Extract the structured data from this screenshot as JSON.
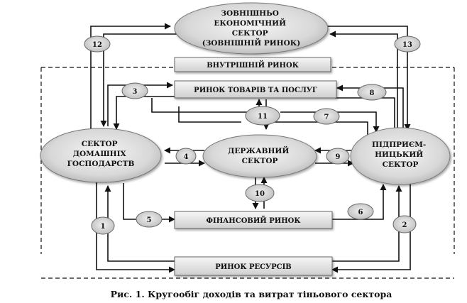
{
  "diagram": {
    "foreign_sector": [
      "ЗОВНІШНЬО",
      "ЕКОНОМІЧНИЙ",
      "СЕКТОР",
      "(ЗОВНІШНІЙ РИНОК)"
    ],
    "domestic_market": "ВНУТРІШНІЙ РИНОК",
    "goods_market": "РИНОК ТОВАРІВ ТА ПОСЛУГ",
    "households": [
      "СЕКТОР",
      "ДОМАШНІХ",
      "ГОСПОДАРСТВ"
    ],
    "government": [
      "ДЕРЖАВНИЙ",
      "СЕКТОР"
    ],
    "business": [
      "ПІДПРИЄМ-",
      "НИЦЬКИЙ",
      "СЕКТОР"
    ],
    "financial_market": "ФІНАНСОВИЙ РИНОК",
    "resource_market": "РИНОК РЕСУРСІВ",
    "flow_labels": [
      "1",
      "2",
      "3",
      "4",
      "5",
      "6",
      "7",
      "8",
      "9",
      "10",
      "11",
      "12",
      "13"
    ]
  },
  "caption": "Рис. 1. Кругообіг доходів та витрат тіньового сектора"
}
